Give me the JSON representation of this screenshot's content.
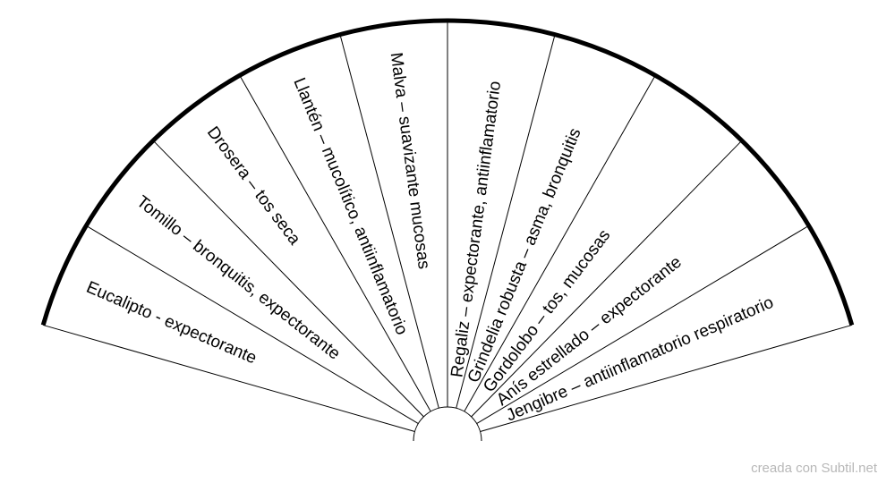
{
  "diagram": {
    "type": "semicircular-pendulum-chart",
    "segments": [
      "Eucalipto - expectorante",
      "Tomillo – bronquitis, expectorante",
      "Drosera – tos seca",
      "Llantén – mucolítico, antiinflamatorio",
      "Malva – suavizante mucosas",
      "Regaliz – expectorante, antiinflamatorio",
      "Grindelia robusta – asma, bronquitis",
      "Gordolobo – tos, mucosas",
      "Anís estrellado – expectorante",
      "Jengibre – antiinflamatorio respiratorio"
    ],
    "colors": {
      "lines": "#000000",
      "background": "#ffffff",
      "credit": "#b8b8b8"
    }
  },
  "footer": {
    "credit": "creada con Subtil.net"
  }
}
